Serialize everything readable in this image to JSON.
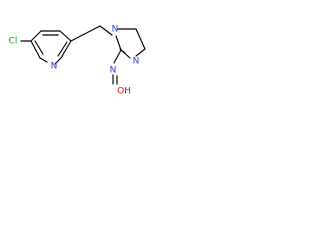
{
  "molecule": {
    "atoms": {
      "cl": {
        "label": "Cl",
        "color": "#1f9a1f"
      },
      "pyridine_n": {
        "label": "N",
        "color": "#2b3bdb"
      },
      "imidazoline_n1": {
        "label": "N",
        "color": "#2b3bdb"
      },
      "imidazoline_n3": {
        "label": "N",
        "color": "#2b3bdb"
      },
      "nitroso_n": {
        "label": "N",
        "color": "#2b3bdb"
      },
      "hydroxyl": {
        "label": "OH",
        "color": "#e31313"
      }
    }
  }
}
